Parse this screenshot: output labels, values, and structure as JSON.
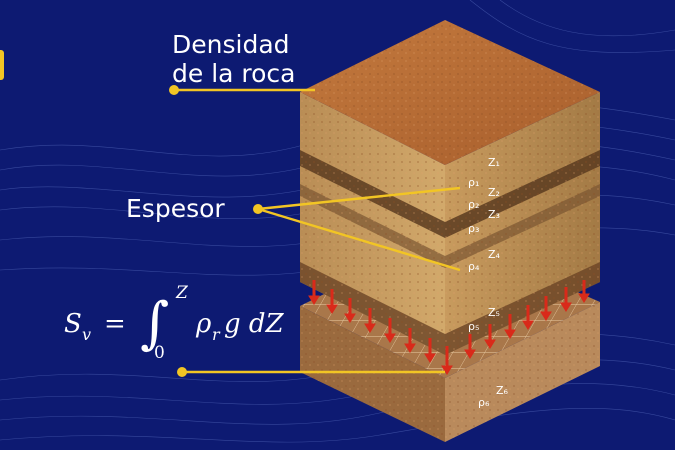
{
  "labels": {
    "density": [
      "Densidad",
      "de la roca"
    ],
    "thickness": "Espesor"
  },
  "formula": {
    "lhs": "S",
    "lhs_sub": "v",
    "equals": "=",
    "integral": "∫",
    "upper": "Z",
    "lower": "0",
    "integrand": "ρ",
    "integrand_sub": "r",
    "rest": "g dZ"
  },
  "layers": [
    {
      "rho": "ρ₁",
      "z": "Z₁"
    },
    {
      "rho": "ρ₂",
      "z": "Z₂"
    },
    {
      "rho": "ρ₃",
      "z": "Z₃"
    },
    {
      "rho": "ρ₄",
      "z": "Z₄"
    },
    {
      "rho": "ρ₅",
      "z": "Z₅"
    },
    {
      "rho": "ρ₆",
      "z": "Z₆"
    }
  ],
  "colors": {
    "background": "#0d1a72",
    "accent": "#f2c524",
    "arrow": "#d92a1a",
    "text": "#ffffff"
  }
}
